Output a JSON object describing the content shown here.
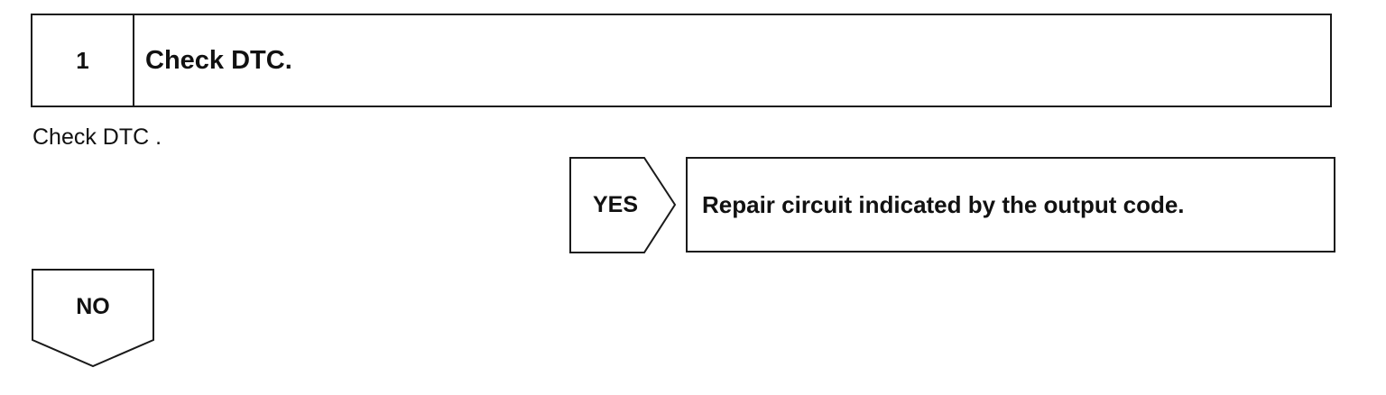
{
  "step": {
    "number": "1",
    "title": "Check DTC."
  },
  "instruction": "Check DTC .",
  "yes_branch": {
    "label": "YES",
    "result": "Repair circuit indicated by the output code."
  },
  "no_branch": {
    "label": "NO"
  }
}
